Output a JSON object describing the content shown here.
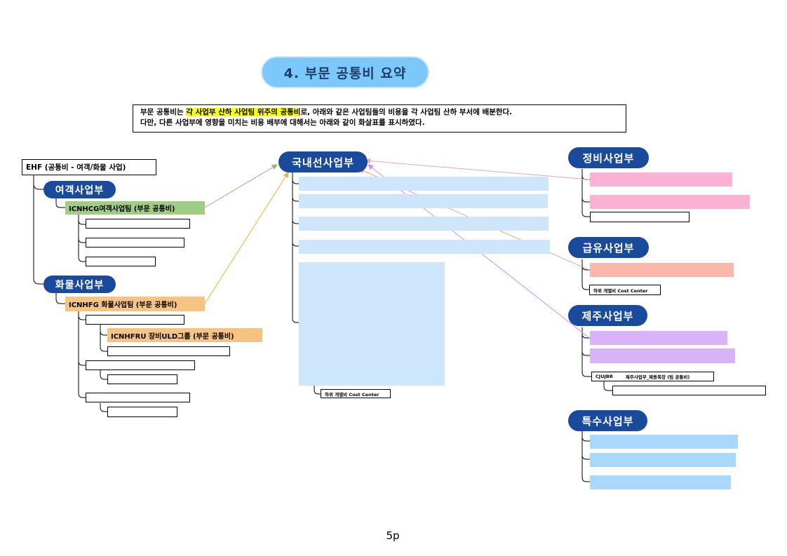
{
  "title": "4. 부문 공통비 요약",
  "description": {
    "line1_pre": "부문 공통비는 ",
    "line1_highlight": "각 사업부 산하 사업팀 위주의 공통비",
    "line1_post": "로, 아래와 같은 사업팀들의 비용을 각 사업팀 산하 부서에 배분한다.",
    "line2": "다만, 다른 사업부에 영향을 미치는 비용 배부에 대해서는 아래와 같이 화살표를 표시하였다."
  },
  "left": {
    "root": "EHF (공통비 - 여객/화물 사업)",
    "passenger_division": "여객사업부",
    "passenger_team": "ICNHCG여객사업팀 (부문 공통비)",
    "cargo_division": "화물사업부",
    "cargo_team": "ICNHFG 화물사업팀 (부문 공통비)",
    "cargo_subteam": "ICNHFRU 장비ULD그룹 (부문 공통비)"
  },
  "center": {
    "division": "국내선사업부",
    "sub_label": "하위 개별비 Cost Center"
  },
  "right": {
    "maintenance_division": "정비사업부",
    "fuel_division": "급유사업부",
    "fuel_sub_label": "하위 개별비 Cost Center",
    "jeju_division": "제주사업부",
    "jeju_code": "CJUJBR",
    "jeju_team": "제주사업부_제동목장 (팀 공통비)",
    "special_division": "특수사업부"
  },
  "colors": {
    "division_pill": "#1a4a9c",
    "title_pill": "#7cc8f8",
    "passenger_team": "#9fcc86",
    "cargo_team": "#f6c383",
    "center_block": "#cde6fb",
    "maintenance": "#fdb2d4",
    "fuel": "#fbb8aa",
    "jeju": "#d9b3f7",
    "special": "#a8d8fd"
  },
  "page_number": "5p"
}
